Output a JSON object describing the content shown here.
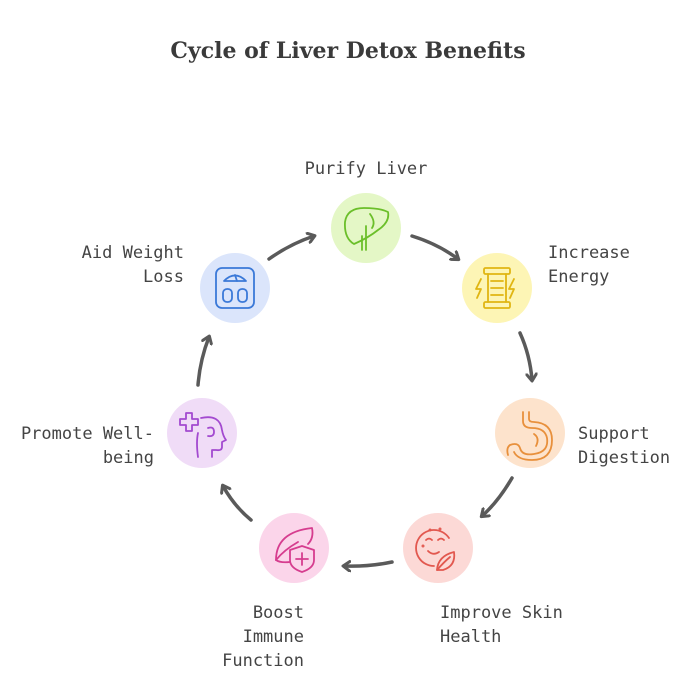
{
  "title": "Cycle of Liver Detox Benefits",
  "colors": {
    "arrow": "#5a5a5a",
    "purify": "#e4f7c6",
    "energy": "#fdf5b5",
    "digestion": "#fde3cc",
    "skin": "#fcd9d6",
    "immune": "#fbd5ea",
    "wellbeing": "#f0dcf7",
    "weight": "#dbe5fb"
  },
  "steps": [
    {
      "id": "purify",
      "icon": "liver-icon",
      "lines": [
        "Purify Liver"
      ]
    },
    {
      "id": "energy",
      "icon": "energy-battery-icon",
      "lines": [
        "Increase",
        "Energy"
      ]
    },
    {
      "id": "digestion",
      "icon": "stomach-icon",
      "lines": [
        "Support",
        "Digestion"
      ]
    },
    {
      "id": "skin",
      "icon": "face-leaf-icon",
      "lines": [
        "Improve Skin",
        "Health"
      ]
    },
    {
      "id": "immune",
      "icon": "leaf-shield-icon",
      "lines": [
        "Boost",
        "Immune",
        "Function"
      ]
    },
    {
      "id": "wellbeing",
      "icon": "head-plus-icon",
      "lines": [
        "Promote Well-",
        "being"
      ]
    },
    {
      "id": "weight",
      "icon": "weight-scale-icon",
      "lines": [
        "Aid Weight",
        "Loss"
      ]
    }
  ]
}
